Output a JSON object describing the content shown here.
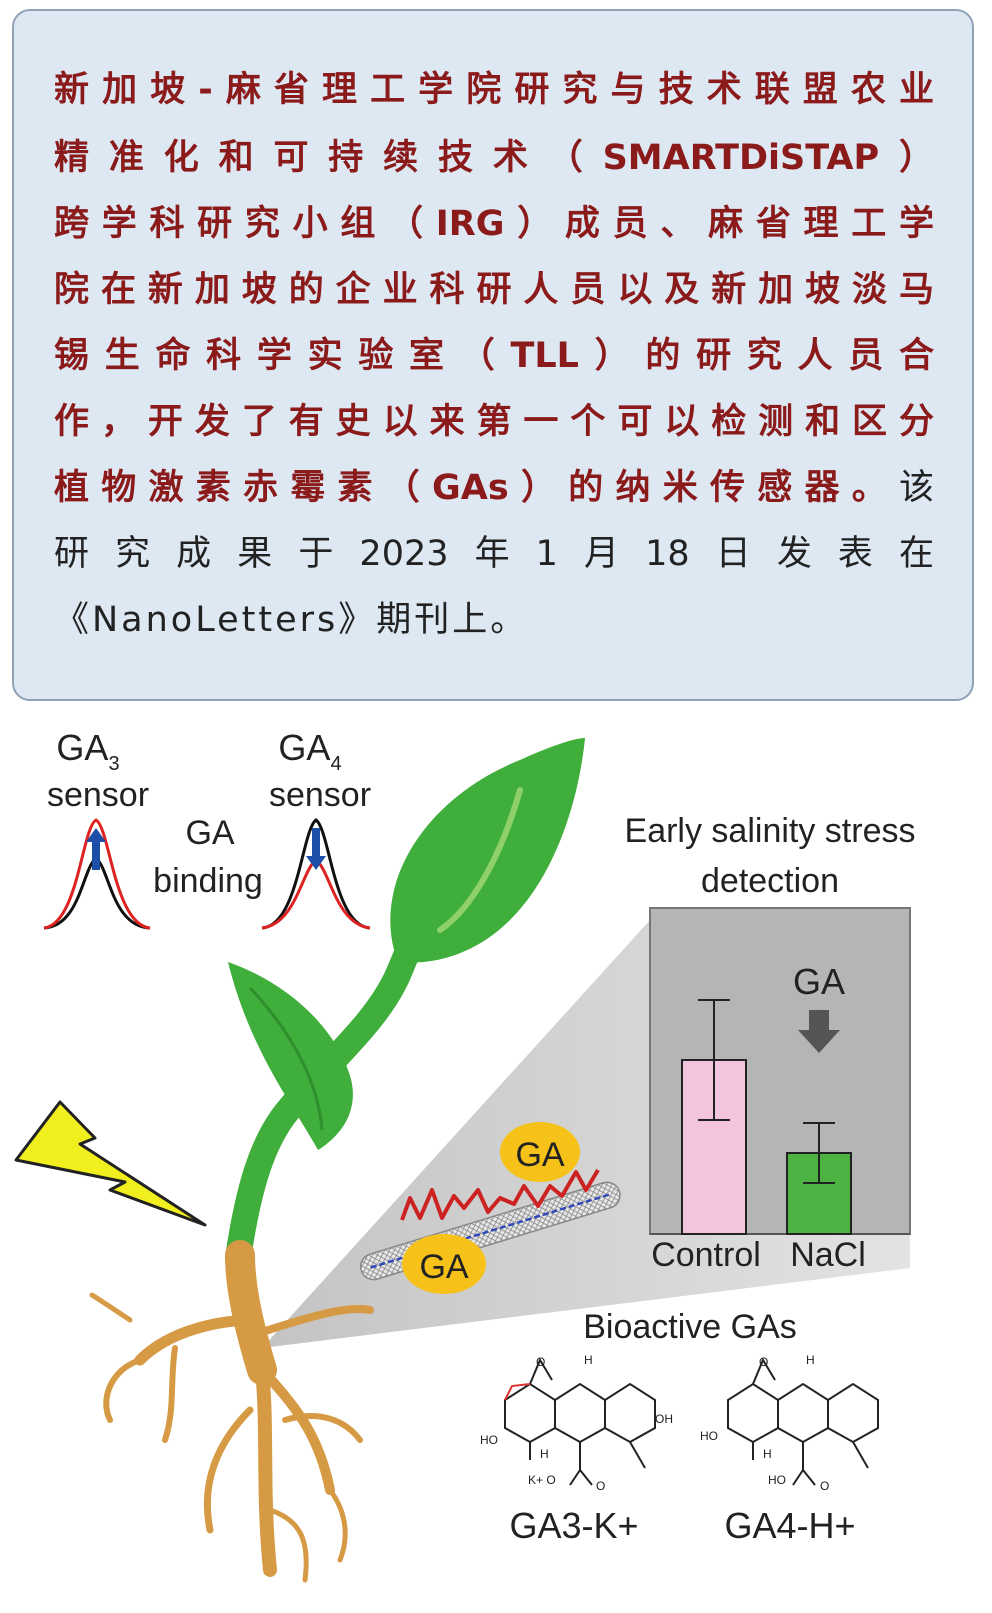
{
  "paragraph": {
    "lines": [
      "新加坡-麻省理工学院研究与技术联盟农业",
      "精准化和可持续技术（SMARTDiSTAP）",
      "跨学科研究小组（IRG）成员、麻省理工学",
      "院在新加坡的企业科研人员以及新加坡淡马",
      "锡生命科学实验室（TLL）的研究人员合",
      "作，开发了有史以来第一个可以检测和区分",
      "植物激素赤霉素（GAs）的纳米传感器。",
      "研究成果于2023年1月18日发表在",
      "《NanoLetters》期刊上。"
    ],
    "line7_tail": "该"
  },
  "figure": {
    "ga3_sensor": {
      "main": "GA",
      "sub": "3",
      "word": "sensor"
    },
    "ga4_sensor": {
      "main": "GA",
      "sub": "4",
      "word": "sensor"
    },
    "ga_binding": {
      "line1": "GA",
      "line2": "binding"
    },
    "salinity_title": {
      "line1": "Early salinity stress",
      "line2": "detection"
    },
    "inset_ga": "GA",
    "bar_labels": {
      "control": "Control",
      "nacl": "NaCl"
    },
    "nanotube_badges": [
      "GA",
      "GA"
    ],
    "bioactive_title": "Bioactive GAs",
    "molecule_labels": [
      "GA3-K+",
      "GA4-H+"
    ],
    "chem_atoms": [
      "HO",
      "OH",
      "O",
      "H",
      "H",
      "K+ O",
      "O",
      "HO",
      "O",
      "H",
      "H",
      "HO",
      "O"
    ],
    "colors": {
      "leaf": "#3fae3b",
      "root": "#d69a44",
      "control_bar": "#f2c4dd",
      "nacl_bar": "#4cb342",
      "inset_bg": "#b5b5b5",
      "badge": "#f6c21a",
      "bolt": "#f2ef1f"
    }
  },
  "chart_data": {
    "type": "bar",
    "title": "Early salinity stress detection",
    "categories": [
      "Control",
      "NaCl"
    ],
    "values": [
      0.58,
      0.27
    ],
    "error": [
      0.2,
      0.1
    ],
    "annotation": "GA",
    "xlabel": "",
    "ylabel": ""
  }
}
